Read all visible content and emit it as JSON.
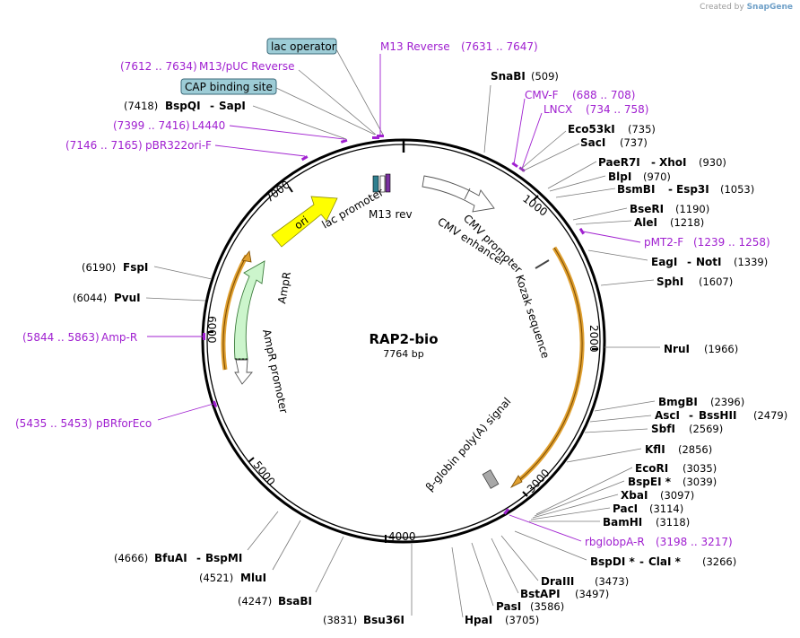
{
  "credit": {
    "prefix": "Created by",
    "brand": "SnapGene"
  },
  "plasmid": {
    "name": "RAP2-bio",
    "size": "7764 bp"
  },
  "ticks": [
    "1000",
    "2000",
    "3000",
    "4000",
    "5000",
    "6000",
    "7000"
  ],
  "features": [
    {
      "label": "ori"
    },
    {
      "label": "lac promoter"
    },
    {
      "label": "M13 rev"
    },
    {
      "label": "CMV enhancer"
    },
    {
      "label": "CMV promoter"
    },
    {
      "label": "Kozak sequence"
    },
    {
      "label": "AmpR"
    },
    {
      "label": "AmpR promoter"
    },
    {
      "label": "β-globin poly(A) signal"
    }
  ],
  "boxed_labels": [
    {
      "label": "lac operator"
    },
    {
      "label": "CAP binding site"
    }
  ],
  "primers": [
    {
      "name": "M13 Reverse",
      "range": "(7631 .. 7647)"
    },
    {
      "name": "M13/pUC Reverse",
      "range": "(7612 .. 7634)"
    },
    {
      "name": "L4440",
      "range": "(7399 .. 7416)"
    },
    {
      "name": "pBR322ori-F",
      "range": "(7146 .. 7165)"
    },
    {
      "name": "CMV-F",
      "range": "(688 .. 708)"
    },
    {
      "name": "LNCX",
      "range": "(734 .. 758)"
    },
    {
      "name": "pMT2-F",
      "range": "(1239 .. 1258)"
    },
    {
      "name": "Amp-R",
      "range": "(5844 .. 5863)"
    },
    {
      "name": "pBRforEco",
      "range": "(5435 .. 5453)"
    },
    {
      "name": "rbglobpA-R",
      "range": "(3198 .. 3217)"
    }
  ],
  "sites": [
    {
      "name": "SnaBI",
      "pos": "(509)"
    },
    {
      "name": "Eco53kI",
      "pos": "(735)"
    },
    {
      "name": "SacI",
      "pos": "(737)"
    },
    {
      "name": "PaeR7I",
      "name2": "XhoI",
      "pos": "(930)"
    },
    {
      "name": "BlpI",
      "pos": "(970)"
    },
    {
      "name": "BsmBI",
      "name2": "Esp3I",
      "pos": "(1053)"
    },
    {
      "name": "BseRI",
      "pos": "(1190)"
    },
    {
      "name": "AleI",
      "pos": "(1218)"
    },
    {
      "name": "EagI",
      "name2": "NotI",
      "pos": "(1339)"
    },
    {
      "name": "SphI",
      "pos": "(1607)"
    },
    {
      "name": "NruI",
      "pos": "(1966)"
    },
    {
      "name": "BmgBI",
      "pos": "(2396)"
    },
    {
      "name": "AscI",
      "name2": "BssHII",
      "pos": "(2479)"
    },
    {
      "name": "SbfI",
      "pos": "(2569)"
    },
    {
      "name": "KflI",
      "pos": "(2856)"
    },
    {
      "name": "EcoRI",
      "pos": "(3035)"
    },
    {
      "name": "BspEI *",
      "pos": "(3039)"
    },
    {
      "name": "XbaI",
      "pos": "(3097)"
    },
    {
      "name": "PacI",
      "pos": "(3114)"
    },
    {
      "name": "BamHI",
      "pos": "(3118)"
    },
    {
      "name": "BspDI *",
      "name2": "ClaI *",
      "pos": "(3266)"
    },
    {
      "name": "DraIII",
      "pos": "(3473)"
    },
    {
      "name": "BstAPI",
      "pos": "(3497)"
    },
    {
      "name": "PasI",
      "pos": "(3586)"
    },
    {
      "name": "HpaI",
      "pos": "(3705)"
    },
    {
      "name": "Bsu36I",
      "pos": "(3831)"
    },
    {
      "name": "BsaBI",
      "pos": "(4247)"
    },
    {
      "name": "MluI",
      "pos": "(4521)"
    },
    {
      "name": "BfuAI",
      "name2": "BspMI",
      "pos": "(4666)"
    },
    {
      "name": "PvuI",
      "pos": "(6044)"
    },
    {
      "name": "FspI",
      "pos": "(6190)"
    },
    {
      "name": "BspQI",
      "name2": "SapI",
      "pos": "(7418)"
    }
  ]
}
